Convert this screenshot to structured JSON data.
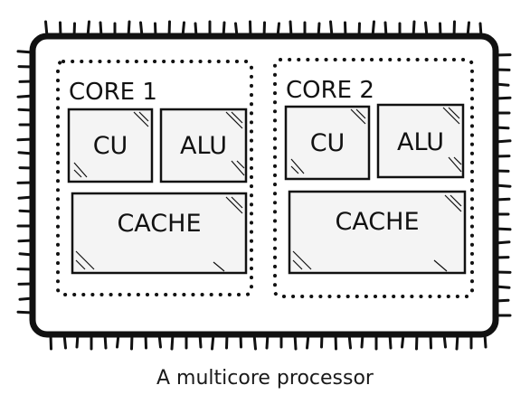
{
  "cores": [
    {
      "label": "CORE 1",
      "units": [
        "CU",
        "ALU"
      ],
      "cache": "CACHE"
    },
    {
      "label": "CORE 2",
      "units": [
        "CU",
        "ALU"
      ],
      "cache": "CACHE"
    }
  ],
  "caption": "A multicore processor",
  "colors": {
    "ink": "#111111",
    "fill": "#f4f4f4",
    "background": "#ffffff"
  }
}
